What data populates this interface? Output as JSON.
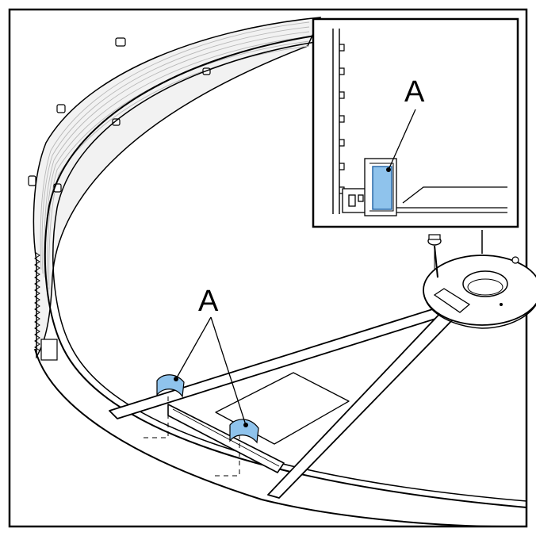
{
  "main_callout": {
    "label": "A"
  },
  "inset_callout": {
    "label": "A"
  },
  "colors": {
    "line": "#000000",
    "highlight": "#8fc3ec",
    "highlight_stroke": "#2b6aa8",
    "panel_fill": "#ffffff",
    "grooves": "#b8b8b8",
    "background": "#ffffff"
  },
  "icons": {
    "inset": "detail-magnifier-view",
    "clip": "clip-icon"
  }
}
